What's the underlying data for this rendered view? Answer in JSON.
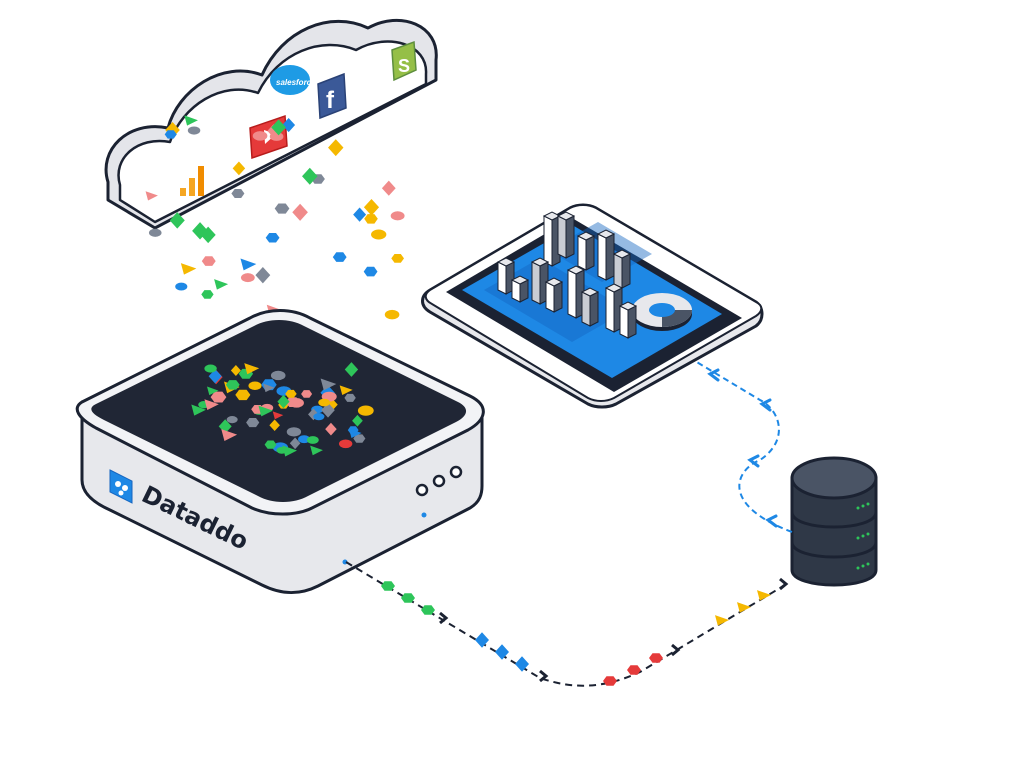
{
  "brand": {
    "name": "Dataddo"
  },
  "cloud": {
    "services": [
      {
        "name": "salesforce",
        "icon": "salesforce-icon"
      },
      {
        "name": "facebook",
        "icon": "facebook-icon"
      },
      {
        "name": "shopify",
        "icon": "shopify-icon"
      },
      {
        "name": "youtube",
        "icon": "youtube-icon"
      },
      {
        "name": "analytics",
        "icon": "bar-chart-icon"
      }
    ]
  },
  "colors": {
    "outline": "#1b2232",
    "box_body": "#e7e8ec",
    "box_shadow": "#cfd1d8",
    "tray_dark": "#202635",
    "tablet_screen": "#1e88e5",
    "db_body": "#2f3847",
    "shape_green": "#2ec55a",
    "shape_blue": "#1e88e5",
    "shape_red": "#e53a3a",
    "shape_yellow": "#f5b800",
    "shape_pink": "#f08a8a",
    "shape_grey": "#7f8897"
  }
}
